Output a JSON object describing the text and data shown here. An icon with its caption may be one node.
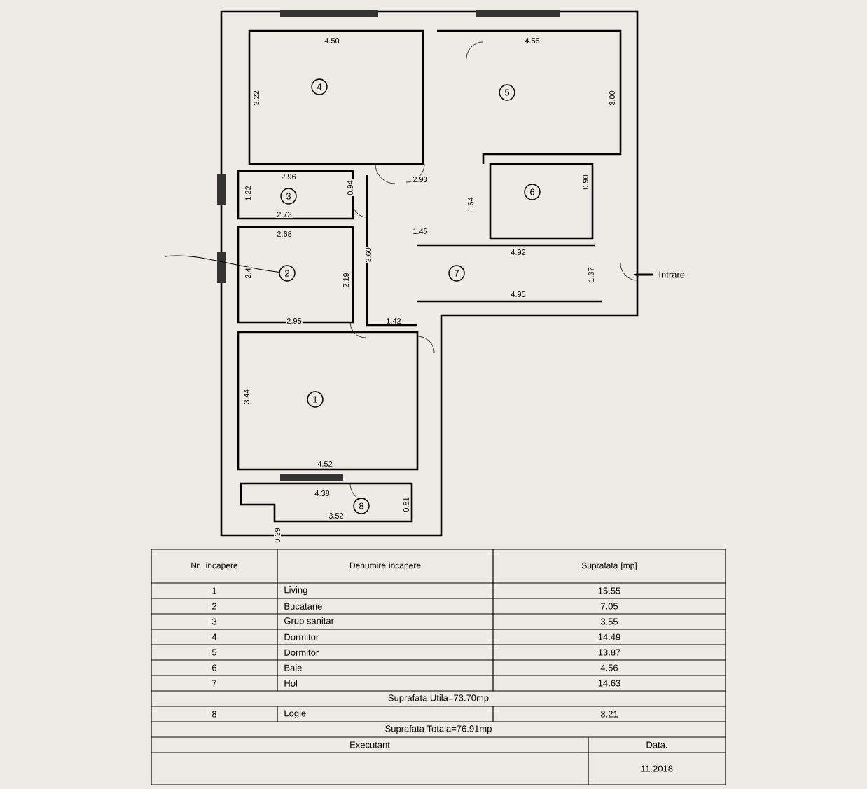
{
  "diagram": {
    "nodes": [
      {
        "text": [
          "4"
        ]
      },
      {
        "text": [
          "5"
        ]
      },
      {
        "text": [
          "3"
        ]
      },
      {
        "text": [
          "6"
        ]
      },
      {
        "text": [
          "2"
        ]
      },
      {
        "text": [
          "7"
        ]
      },
      {
        "text": [
          "1"
        ]
      },
      {
        "text": [
          "8"
        ]
      }
    ],
    "edges": [
      {
        "from": null,
        "to": 4,
        "arrow": "none"
      }
    ],
    "labels": [
      "4.50",
      "4.55",
      "3.22",
      "3.00",
      "2.96",
      "0.94",
      "2.93",
      "1.22",
      "0.90",
      "1.64",
      "2.73",
      "1.45",
      "2.68",
      "3.60",
      "4.92",
      "2.4",
      "2.19",
      "1.37",
      "4.95",
      "Intrare",
      "2.95",
      "1.42",
      "3.44",
      "4.52",
      "4.38",
      "3.52",
      "0.81",
      "0.39",
      "Nr. incapere",
      "Denumire incapere",
      "Suprafata [mp]",
      "1",
      "Living",
      "15.55",
      "2",
      "Bucatarie",
      "7.05",
      "3",
      "Grup sanitar",
      "3.55",
      "4",
      "Dormitor",
      "14.49",
      "5",
      "Dormitor",
      "13.87",
      "6",
      "Baie",
      "4.56",
      "7",
      "Hol",
      "14.63",
      "Suprafata Utila=73.70mp",
      "8",
      "Logie",
      "3.21",
      "Suprafata Totala=76.91mp",
      "Executant",
      "Data.",
      "11.2018"
    ]
  }
}
